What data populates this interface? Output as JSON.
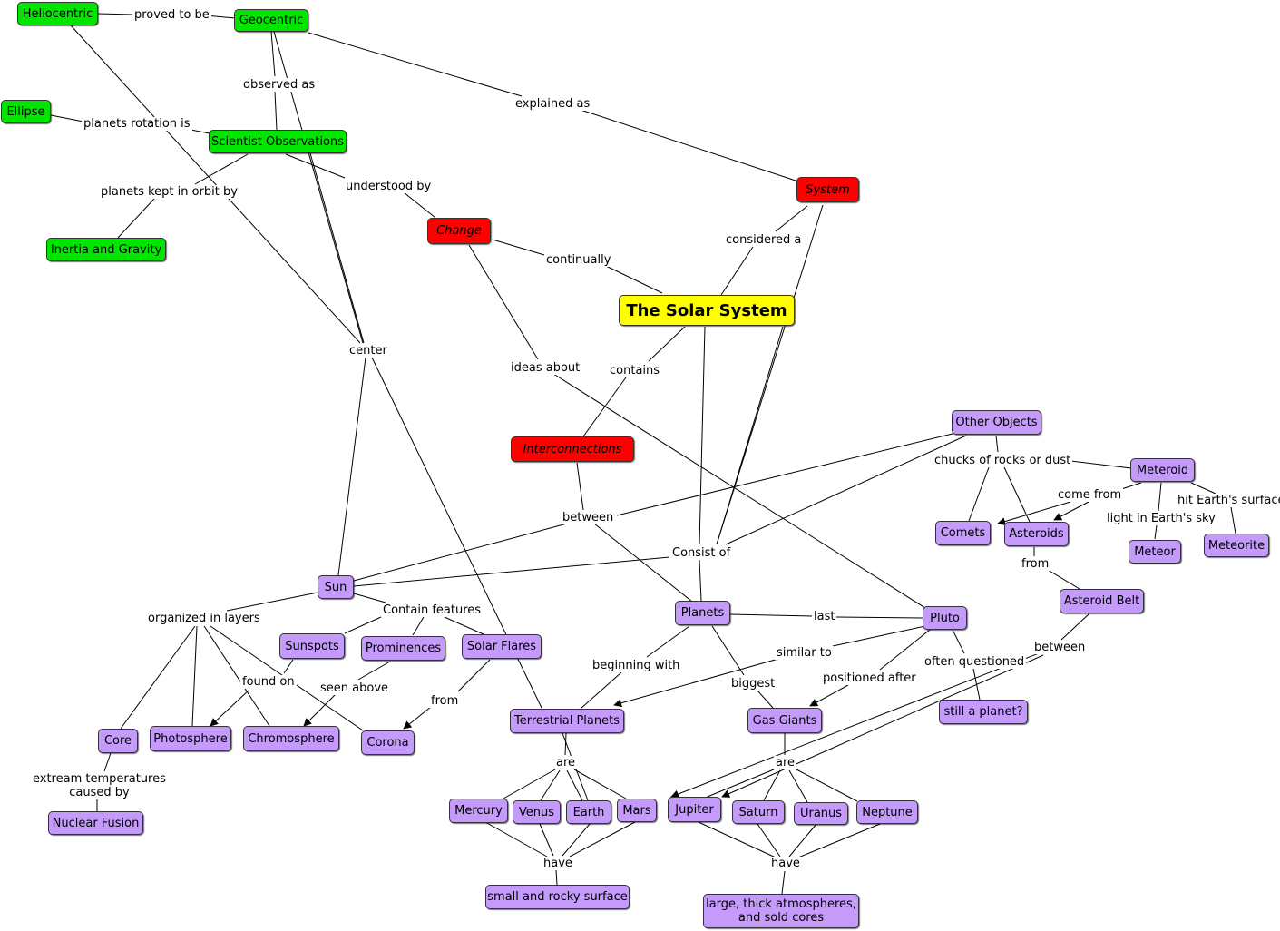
{
  "nodes": {
    "heliocentric": "Heliocentric",
    "geocentric": "Geocentric",
    "ellipse": "Ellipse",
    "scientist_observations": "Scientist Observations",
    "inertia_gravity": "Inertia and Gravity",
    "system": "System",
    "change": "Change",
    "solar_system": "The Solar System",
    "interconnections": "Interconnections",
    "other_objects": "Other Objects",
    "meteroid": "Meteroid",
    "comets": "Comets",
    "asteroids": "Asteroids",
    "meteor": "Meteor",
    "meteorite": "Meteorite",
    "asteroid_belt": "Asteroid Belt",
    "sun": "Sun",
    "sunspots": "Sunspots",
    "prominences": "Prominences",
    "solar_flares": "Solar Flares",
    "planets": "Planets",
    "pluto": "Pluto",
    "still_planet": "still a planet?",
    "core": "Core",
    "photosphere": "Photosphere",
    "chromosphere": "Chromosphere",
    "corona": "Corona",
    "nuclear_fusion": "Nuclear Fusion",
    "terrestrial": "Terrestrial Planets",
    "gas_giants": "Gas Giants",
    "mercury": "Mercury",
    "venus": "Venus",
    "earth": "Earth",
    "mars": "Mars",
    "jupiter": "Jupiter",
    "saturn": "Saturn",
    "uranus": "Uranus",
    "neptune": "Neptune",
    "small_rocky": "small and rocky surface",
    "large_thick_1": "large, thick atmospheres,",
    "large_thick_2": "and sold cores"
  },
  "links": {
    "proved_to_be": "proved to be",
    "observed_as": "observed as",
    "explained_as": "explained as",
    "planets_rotation": "planets rotation is",
    "planets_kept": "planets kept in orbit by",
    "understood_by": "understood by",
    "considered_a": "considered a",
    "continually": "continually",
    "center": "center",
    "ideas_about": "ideas about",
    "contains": "contains",
    "chucks": "chucks of rocks or dust",
    "come_from": "come from",
    "hit_earth": "hit Earth's surface",
    "light_in_sky": "light in Earth's sky",
    "between_1": "between",
    "consist_of": "Consist of",
    "from_1": "from",
    "organized_layers": "organized in layers",
    "contain_features": "Contain features",
    "last": "last",
    "between_2": "between",
    "similar_to": "similar to",
    "beginning_with": "beginning with",
    "often_questioned": "often questioned",
    "found_on": "found on",
    "seen_above": "seen above",
    "from_2": "from",
    "biggest": "biggest",
    "positioned_after": "positioned after",
    "extream_1": "extream temperatures",
    "extream_2": "caused by",
    "are_1": "are",
    "are_2": "are",
    "have_1": "have",
    "have_2": "have"
  },
  "colors": {
    "green": "#00e600",
    "red": "#ff0000",
    "purple": "#c49bfa",
    "yellow": "#ffff00",
    "line": "#000000"
  }
}
